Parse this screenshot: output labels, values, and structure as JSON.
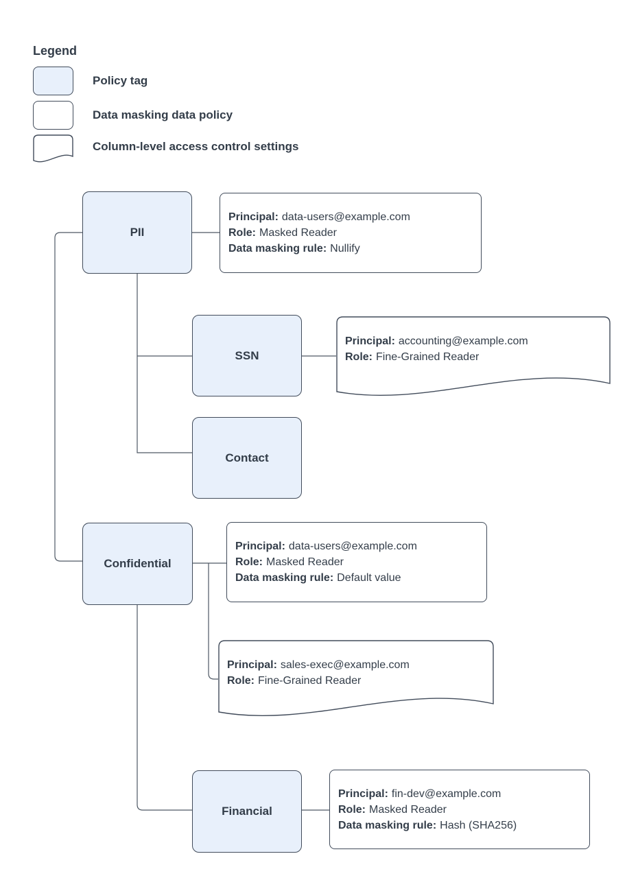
{
  "legend": {
    "title": "Legend",
    "items": [
      {
        "name": "policy-tag",
        "label": "Policy tag"
      },
      {
        "name": "data-masking-data-policy",
        "label": "Data masking data policy"
      },
      {
        "name": "column-level-access-control",
        "label": "Column-level access control settings"
      }
    ]
  },
  "field_labels": {
    "principal": "Principal:",
    "role": "Role:",
    "rule": "Data masking rule:"
  },
  "policy_tags": {
    "pii": "PII",
    "ssn": "SSN",
    "contact": "Contact",
    "confidential": "Confidential",
    "financial": "Financial"
  },
  "data_policies": {
    "pii": {
      "principal": "data-users@example.com",
      "role": "Masked Reader",
      "rule": "Nullify"
    },
    "confidential": {
      "principal": "data-users@example.com",
      "role": "Masked Reader",
      "rule": "Default value"
    },
    "financial": {
      "principal": "fin-dev@example.com",
      "role": "Masked Reader",
      "rule": "Hash (SHA256)"
    }
  },
  "access_controls": {
    "ssn": {
      "principal": "accounting@example.com",
      "role": "Fine-Grained Reader"
    },
    "confidential": {
      "principal": "sales-exec@example.com",
      "role": "Fine-Grained Reader"
    }
  },
  "colors": {
    "policy_tag_fill": "#e8f0fb",
    "shape_stroke": "#414b5a",
    "text": "#333d49",
    "connector": "#4e5864",
    "background": "#ffffff"
  }
}
